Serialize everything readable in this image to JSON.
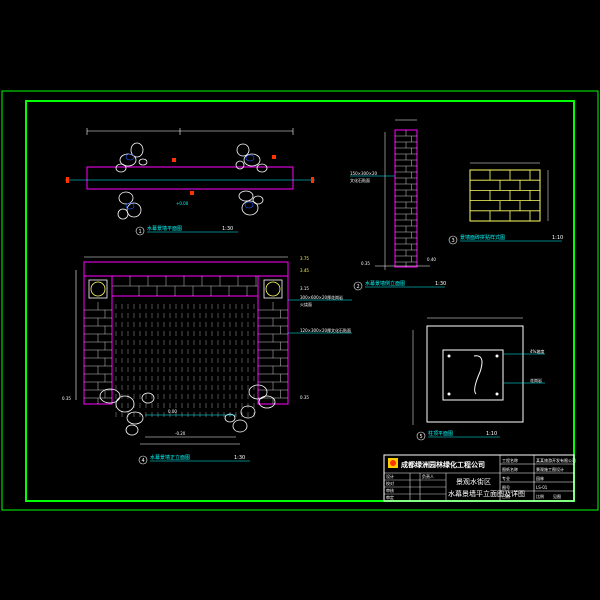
{
  "colors": {
    "background": "#000000",
    "frame": "#00ff00",
    "wall": "#ff00ff",
    "dimension": "#ffffff",
    "note": "#00ffff",
    "brick_fill": "#ffff66",
    "marker": "#ff3300",
    "title_text": "#ffff00"
  },
  "views": {
    "plan_top": {
      "number": "1",
      "caption": "水幕景墙平面图",
      "scale": "1:30"
    },
    "side_section": {
      "number": "2",
      "caption": "水幕景墙侧立面图",
      "scale": "1:30"
    },
    "brick_detail": {
      "number": "3",
      "caption": "景墙面砖拼贴样式图",
      "scale": "1:10"
    },
    "front_elev": {
      "number": "4",
      "caption": "水幕景墙正立面图",
      "scale": "1:30"
    },
    "column_plan": {
      "number": "5",
      "caption": "柱顶平面图",
      "scale": "1:10"
    }
  },
  "dims": {
    "elev_top": "3.75",
    "elev_mid": "3.45",
    "elev_cap": "3.15",
    "elev_left": "0.35",
    "elev_right": "0.35",
    "elev_water": "0.00",
    "elev_pool": "-0.20",
    "side_top": "0.40",
    "side_base": "0.35",
    "plan_mark": "+0.00"
  },
  "notes": {
    "front_note1": "300×600×20厚花岗岩",
    "front_note2": "火烧面",
    "front_note3": "120×300×20厚文化石贴面",
    "side_note1": "150×300×20",
    "side_note2": "文化石贴面",
    "column_note1": "4%坡度",
    "column_note2": "花岗岩"
  },
  "title_block": {
    "company": "成都绿洲园林绿化工程公司",
    "project_label": "工程名称",
    "project_value": "某某旅游开发有限公司",
    "drawing_label": "图纸名称",
    "drawing_value": "景观施工图设计",
    "region": "景观水街区",
    "drawing_title": "水幕景墙平立面图及详图",
    "r1": "设计",
    "r2": "校对",
    "r3": "审核",
    "r4": "审定",
    "r5": "负责人",
    "stage_label": "专业",
    "stage_value": "园林",
    "sheet_label": "图号",
    "sheet_value": "LS-01",
    "date_label": "日期",
    "scale_label": "比例",
    "scale_value": "见图"
  }
}
